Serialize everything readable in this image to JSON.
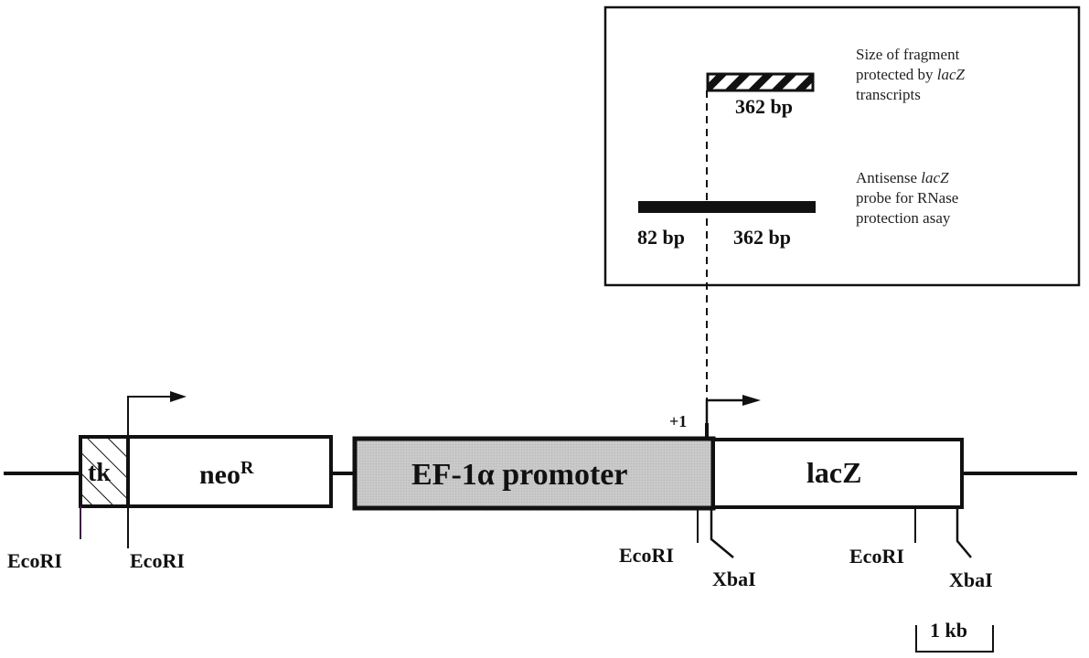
{
  "inset": {
    "fragment": {
      "size_label": "362 bp",
      "desc_parts": [
        "Size of fragment",
        "protected by ",
        "lacZ",
        "transcripts"
      ]
    },
    "probe": {
      "left_label": "82 bp",
      "right_label": "362 bp",
      "desc_parts": [
        "Antisense ",
        "lacZ",
        "probe for RNase",
        "protection asay"
      ]
    }
  },
  "construct": {
    "segments": [
      {
        "name": "tk",
        "label": "tk",
        "fill": "hatched"
      },
      {
        "name": "neo",
        "label": "neo",
        "superscript": "R",
        "fill": "#ffffff"
      },
      {
        "name": "ef1a-promoter",
        "label": "EF-1α promoter",
        "fill": "#c8c8c8"
      },
      {
        "name": "lacz",
        "label": "lacZ",
        "fill": "#ffffff"
      }
    ],
    "transcription_start_label": "+1",
    "sites": [
      {
        "name": "EcoRI",
        "label": "EcoRI"
      },
      {
        "name": "EcoRI",
        "label": "EcoRI"
      },
      {
        "name": "EcoRI",
        "label": "EcoRI"
      },
      {
        "name": "XbaI",
        "label": "XbaI"
      },
      {
        "name": "EcoRI",
        "label": "EcoRI"
      },
      {
        "name": "XbaI",
        "label": "XbaI"
      }
    ],
    "scale_bar_label": "1 kb"
  },
  "colors": {
    "line": "#111111",
    "promoter_fill": "#c8c8c8"
  }
}
